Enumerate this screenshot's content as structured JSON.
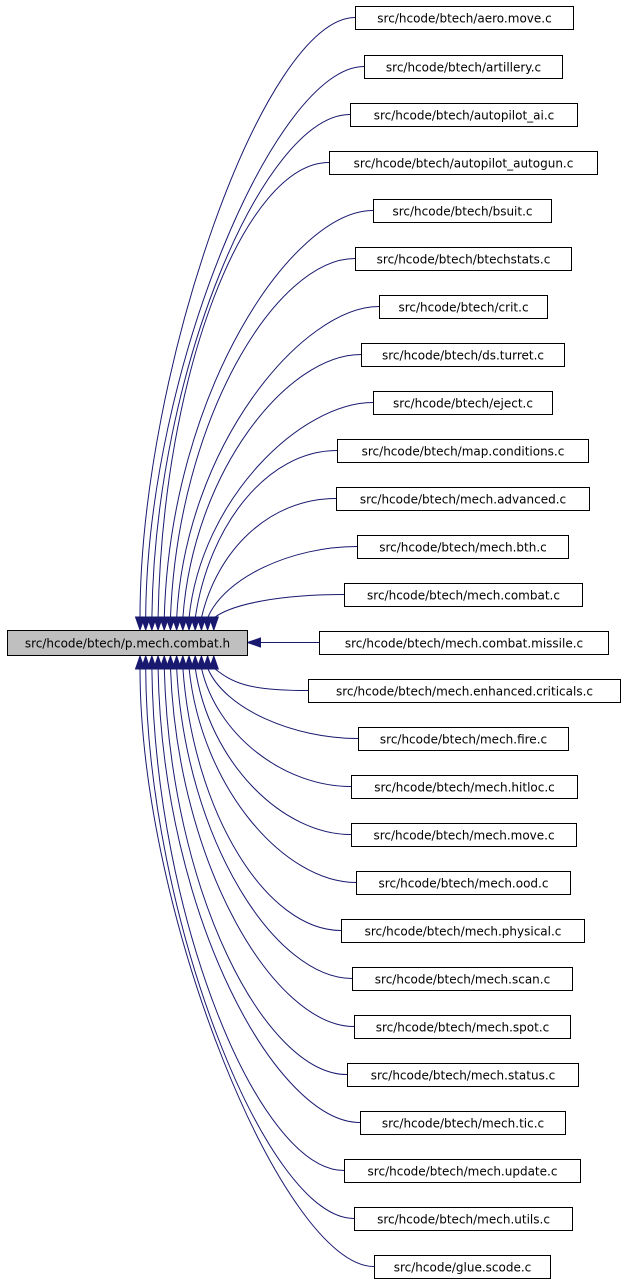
{
  "graph": {
    "root": {
      "label": "src/hcode/btech/p.mech.combat.h",
      "fill": "#bfbfbf"
    },
    "includers": [
      "src/hcode/btech/aero.move.c",
      "src/hcode/btech/artillery.c",
      "src/hcode/btech/autopilot_ai.c",
      "src/hcode/btech/autopilot_autogun.c",
      "src/hcode/btech/bsuit.c",
      "src/hcode/btech/btechstats.c",
      "src/hcode/btech/crit.c",
      "src/hcode/btech/ds.turret.c",
      "src/hcode/btech/eject.c",
      "src/hcode/btech/map.conditions.c",
      "src/hcode/btech/mech.advanced.c",
      "src/hcode/btech/mech.bth.c",
      "src/hcode/btech/mech.combat.c",
      "src/hcode/btech/mech.combat.missile.c",
      "src/hcode/btech/mech.enhanced.criticals.c",
      "src/hcode/btech/mech.fire.c",
      "src/hcode/btech/mech.hitloc.c",
      "src/hcode/btech/mech.move.c",
      "src/hcode/btech/mech.ood.c",
      "src/hcode/btech/mech.physical.c",
      "src/hcode/btech/mech.scan.c",
      "src/hcode/btech/mech.spot.c",
      "src/hcode/btech/mech.status.c",
      "src/hcode/btech/mech.tic.c",
      "src/hcode/btech/mech.update.c",
      "src/hcode/btech/mech.utils.c",
      "src/hcode/glue.scode.c"
    ],
    "edge_color": "#191970"
  }
}
